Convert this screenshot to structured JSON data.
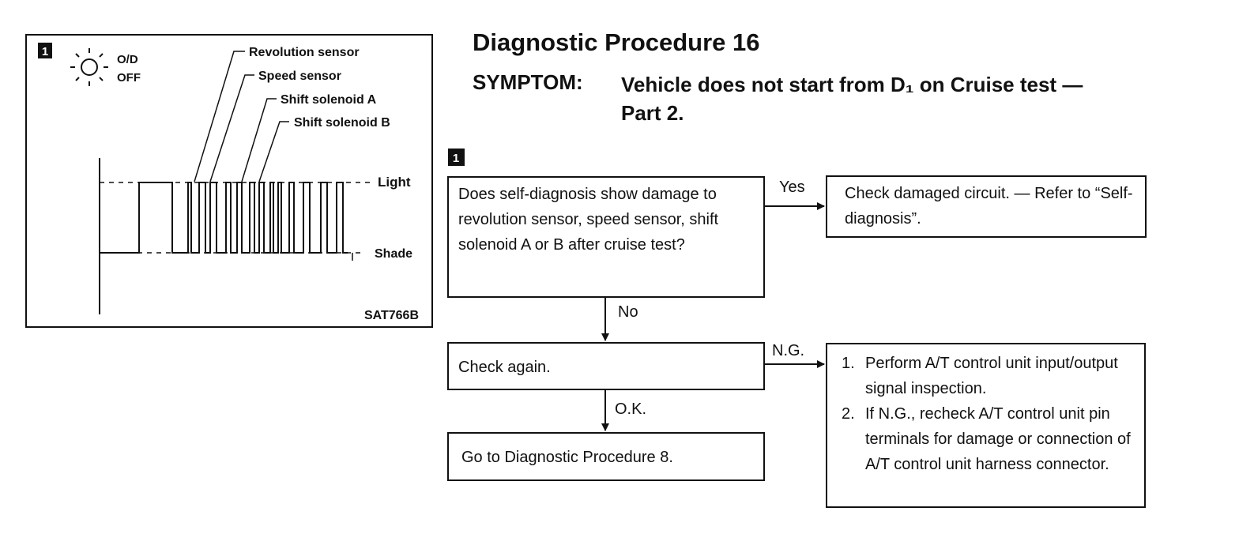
{
  "figure": {
    "badge": "1",
    "indicator_label_line1": "O/D",
    "indicator_label_line2": "OFF",
    "pointer_labels": [
      "Revolution sensor",
      "Speed sensor",
      "Shift solenoid A",
      "Shift solenoid B"
    ],
    "level_high_label": "Light",
    "level_low_label": "Shade",
    "figure_code": "SAT766B"
  },
  "heading": {
    "title": "Diagnostic Procedure 16",
    "symptom_label": "SYMPTOM:",
    "symptom_text": "Vehicle does not start from D₁ on Cruise test — Part 2."
  },
  "flowchart": {
    "step_badge": "1",
    "question": "Does self-diagnosis show damage to revolution sensor, speed sensor, shift solenoid A or B after cruise test?",
    "yes_label": "Yes",
    "yes_action": "Check damaged circuit. — Refer to “Self-diagnosis”.",
    "no_label": "No",
    "check_again": "Check again.",
    "ng_label": "N.G.",
    "ng_steps": [
      {
        "num": "1.",
        "text": "Perform A/T control unit input/output signal inspection."
      },
      {
        "num": "2.",
        "text": "If N.G., recheck A/T control unit pin terminals for damage or connection of A/T control unit harness connector."
      }
    ],
    "ok_label": "O.K.",
    "goto": "Go to Diagnostic Procedure 8."
  }
}
